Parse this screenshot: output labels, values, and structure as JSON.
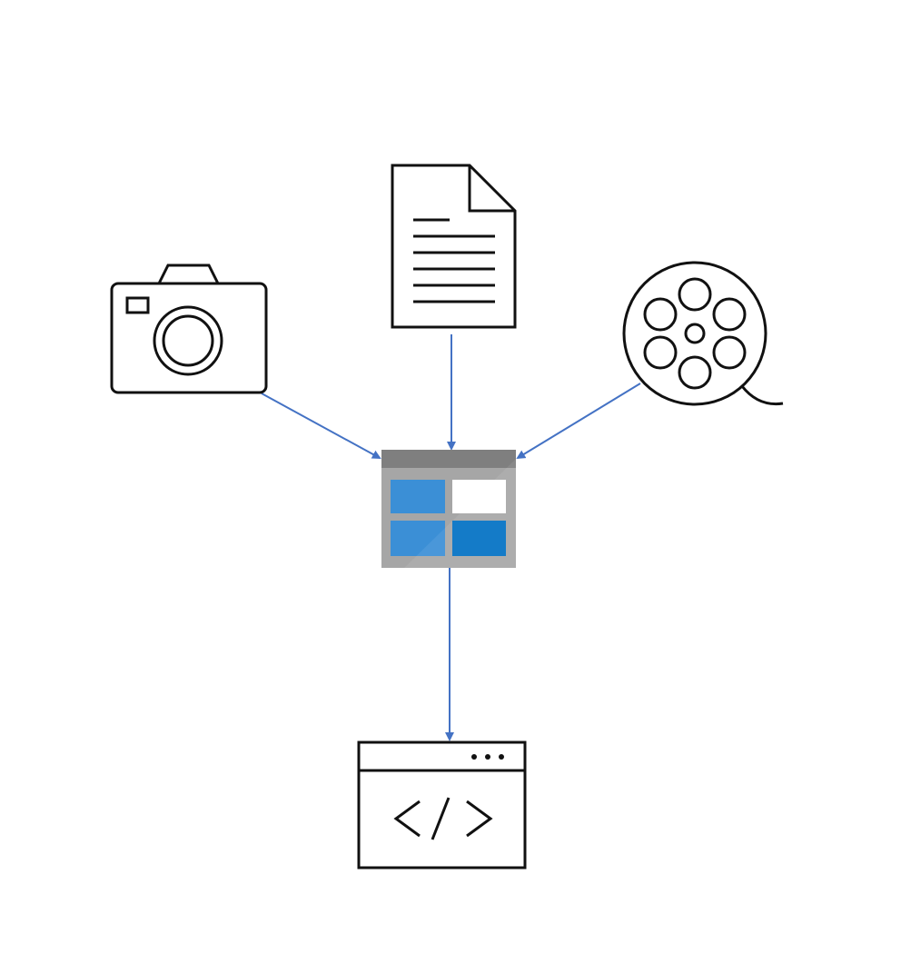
{
  "diagram": {
    "nodes": [
      {
        "id": "camera",
        "icon": "camera-icon"
      },
      {
        "id": "document",
        "icon": "document-icon"
      },
      {
        "id": "film-reel",
        "icon": "film-reel-icon"
      },
      {
        "id": "storage",
        "icon": "azure-storage-table-icon"
      },
      {
        "id": "web-app",
        "icon": "browser-code-icon"
      }
    ],
    "edges": [
      {
        "from": "camera",
        "to": "storage"
      },
      {
        "from": "document",
        "to": "storage"
      },
      {
        "from": "film-reel",
        "to": "storage"
      },
      {
        "from": "storage",
        "to": "web-app"
      }
    ],
    "colors": {
      "arrow": "#4472c4",
      "icon_stroke": "#111111",
      "storage_frame": "#a6a6a6",
      "storage_header": "#7f7f7f",
      "storage_cell_light": "#3b8fd6",
      "storage_cell_dark": "#0070c4"
    }
  }
}
